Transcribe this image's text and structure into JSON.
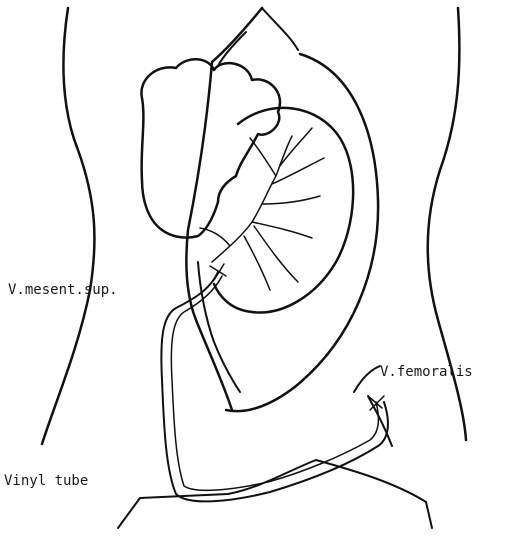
{
  "labels": {
    "mesenteric_vein": "V.mesent.sup.",
    "femoral_vein": "V.femoralis",
    "vinyl_tube": "Vinyl tube"
  },
  "colors": {
    "ink": "#111111",
    "background": "#ffffff"
  }
}
